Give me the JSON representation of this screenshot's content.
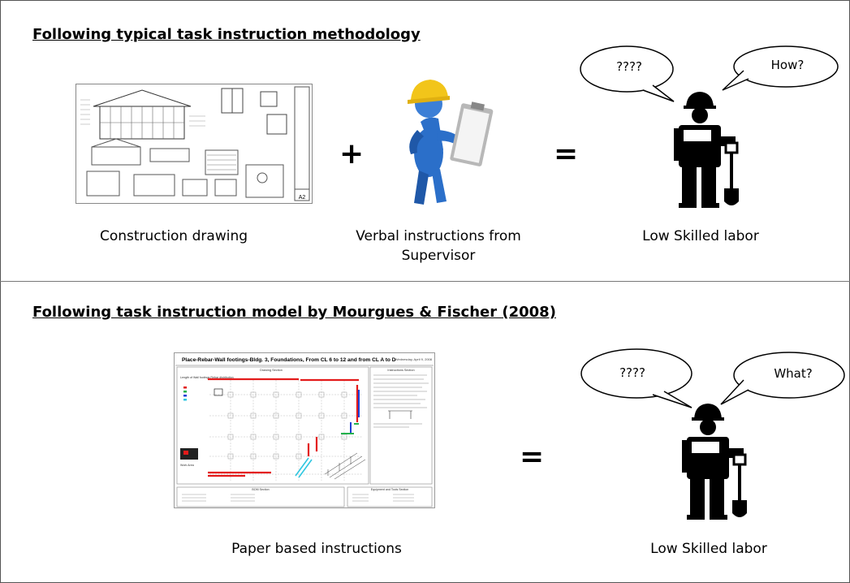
{
  "section1": {
    "heading": "Following typical task instruction methodology",
    "plus": "+",
    "equals": "=",
    "labels": {
      "drawing": "Construction drawing",
      "verbal_line1": "Verbal instructions from",
      "verbal_line2": "Supervisor",
      "labor": "Low Skilled labor"
    },
    "bubbles": {
      "left": "????",
      "right": "How?"
    },
    "drawing_sheet_id": "A2"
  },
  "section2": {
    "heading": "Following task instruction model by Mourgues & Fischer (2008)",
    "equals": "=",
    "labels": {
      "paper": "Paper based instructions",
      "labor": "Low Skilled labor"
    },
    "bubbles": {
      "left": "????",
      "right": "What?"
    },
    "sheet": {
      "title": "Place-Rebar-Wall footings-Bldg. 3, Foundations, From CL 6 to 12 and from CL A to D",
      "date": "Wednesday, April 9, 2008",
      "drawing_section": "Drawing Section",
      "instructions_section": "Instructions Section",
      "legend_title": "Length of Wall footings Rebar distribution",
      "work_area": "Work Area",
      "bom_section": "BOM Section",
      "equipment_section": "Equipment and Tools Section"
    }
  },
  "colors": {
    "hardhat_yellow": "#f2c51a",
    "figure_blue": "#2b6fc9",
    "rebar_red": "#e31b1b",
    "rebar_blue": "#1f3fd6",
    "rebar_green": "#22b14c",
    "rebar_cyan": "#2fc6e0"
  }
}
